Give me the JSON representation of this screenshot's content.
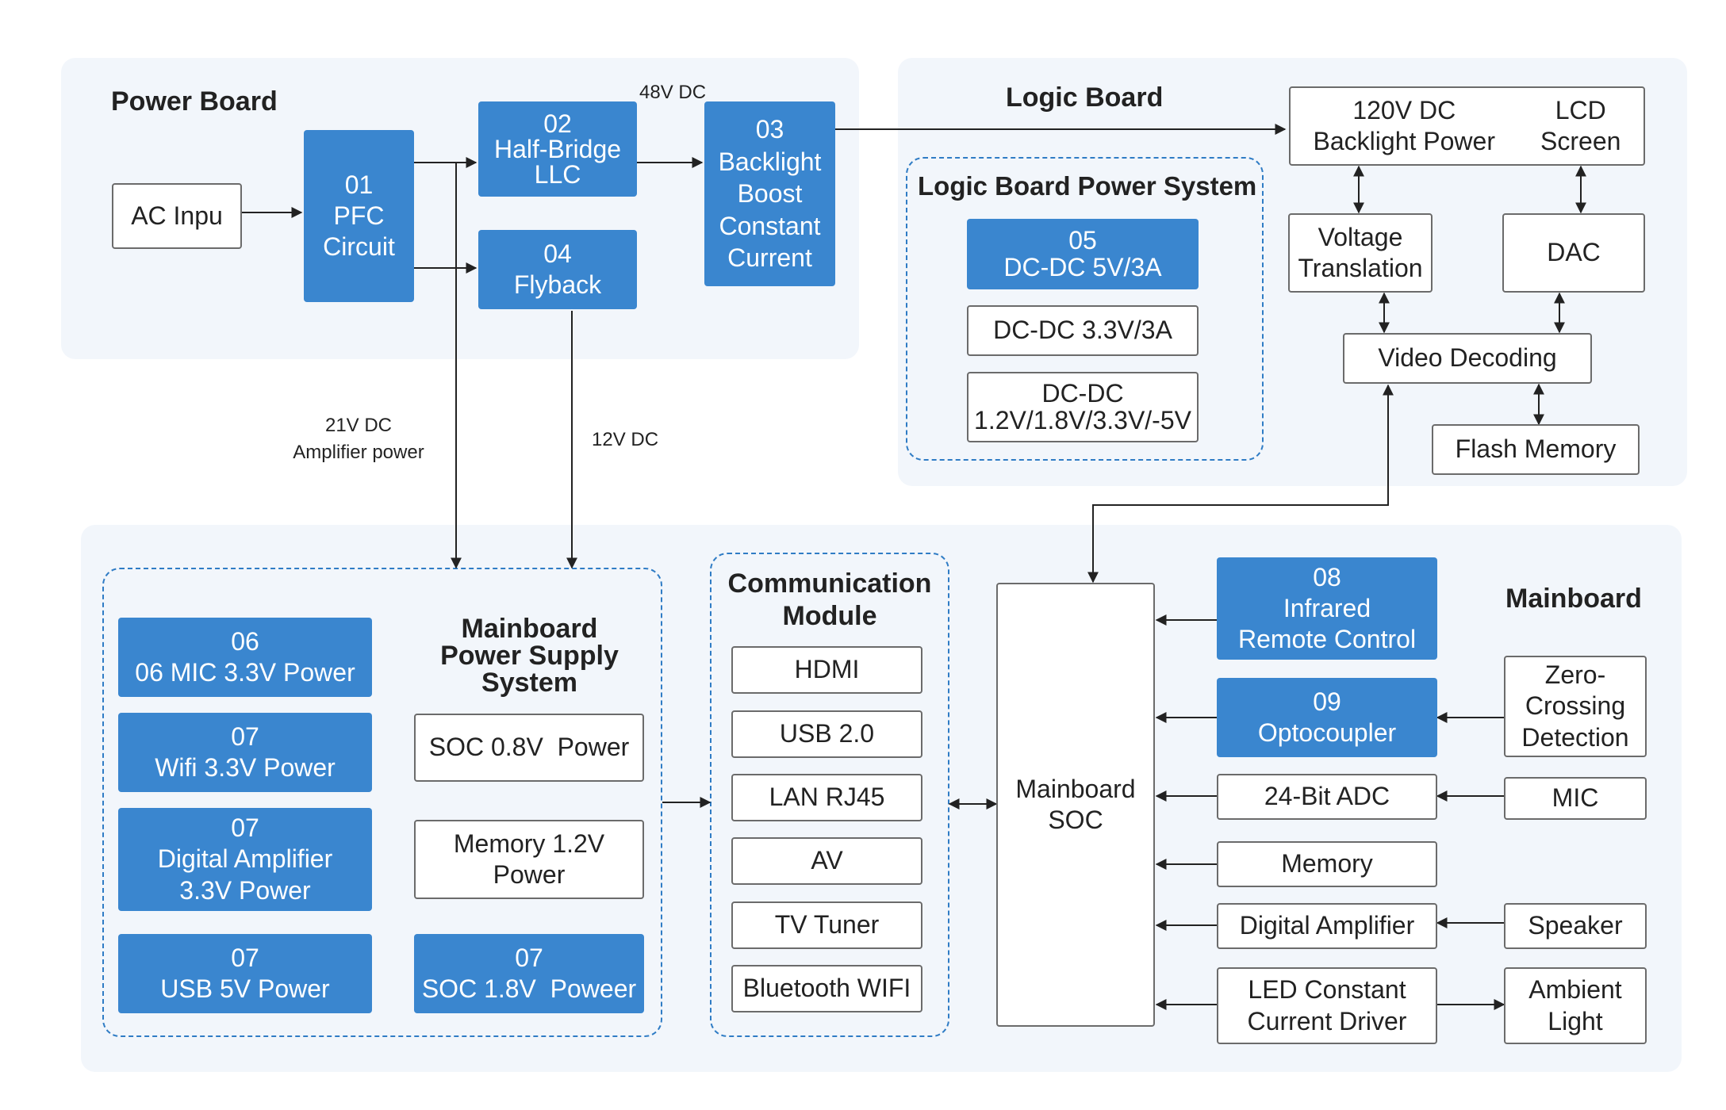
{
  "power_board": {
    "title": "Power Board",
    "ac_input": "AC Inpu",
    "pfc": [
      "01",
      "PFC",
      "Circuit"
    ],
    "llc": [
      "02",
      "Half-Bridge",
      "LLC"
    ],
    "backlight_boost": [
      "03",
      "Backlight",
      "Boost",
      "Constant",
      "Current"
    ],
    "flyback": [
      "04",
      "Flyback"
    ],
    "label_48v": "48V DC",
    "label_21v": [
      "21V DC",
      "Amplifier power"
    ],
    "label_12v": "12V DC"
  },
  "logic_board": {
    "title": "Logic Board",
    "power_system_title": "Logic Board Power System",
    "dcdc_5v": [
      "05",
      "DC-DC 5V/3A"
    ],
    "dcdc_33v": "DC-DC 3.3V/3A",
    "dcdc_multi": [
      "DC-DC",
      "1.2V/1.8V/3.3V/-5V"
    ],
    "backlight_power": [
      "120V DC",
      "Backlight Power"
    ],
    "lcd_screen": [
      "LCD",
      "Screen"
    ],
    "voltage_translation": [
      "Voltage",
      "Translation"
    ],
    "dac": "DAC",
    "video_decoding": "Video Decoding",
    "flash_memory": "Flash Memory"
  },
  "mainboard_power": {
    "title": [
      "Mainboard",
      "Power Supply",
      "System"
    ],
    "mic_power": [
      "06",
      "06 MIC 3.3V Power"
    ],
    "wifi_power": [
      "07",
      "Wifi 3.3V Power"
    ],
    "digital_amp_power": [
      "07",
      "Digital Amplifier",
      "3.3V Power"
    ],
    "usb_power": [
      "07",
      "USB 5V Power"
    ],
    "soc_08v": "SOC 0.8V  Power",
    "memory_12v": [
      "Memory 1.2V",
      "Power"
    ],
    "soc_18v": [
      "07",
      "SOC 1.8V  Poweer"
    ]
  },
  "communication": {
    "title": [
      "Communication",
      "Module"
    ],
    "items": [
      "HDMI",
      "USB 2.0",
      "LAN RJ45",
      "AV",
      "TV Tuner",
      "Bluetooth WIFI"
    ]
  },
  "mainboard": {
    "title": "Mainboard",
    "soc": [
      "Mainboard",
      "SOC"
    ],
    "infrared": [
      "08",
      "Infrared",
      "Remote Control"
    ],
    "optocoupler": [
      "09",
      "Optocoupler"
    ],
    "zero_crossing": [
      "Zero-",
      "Crossing",
      "Detection"
    ],
    "adc": "24-Bit ADC",
    "mic": "MIC",
    "memory": "Memory",
    "digital_amplifier": "Digital Amplifier",
    "speaker": "Speaker",
    "led_driver": [
      "LED Constant",
      "Current Driver"
    ],
    "ambient_light": [
      "Ambient",
      "Light"
    ]
  },
  "colors": {
    "accent": "#3a86cf",
    "panel": "#f2f6fb",
    "dashed": "#2f7cc5",
    "line": "#222222"
  }
}
